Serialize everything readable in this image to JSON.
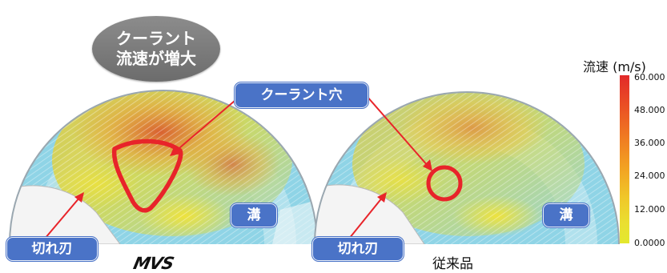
{
  "callout": {
    "line1": "クーラント",
    "line2": "流速が増大"
  },
  "labels": {
    "coolant_hole": "クーラント穴",
    "cutting_edge_left": "切れ刃",
    "cutting_edge_right": "切れ刃",
    "groove_left": "溝",
    "groove_right": "溝",
    "product_left": "MVS",
    "product_right": "従来品"
  },
  "legend": {
    "title": "流速 (m/s)",
    "ticks": [
      "60.000",
      "48.000",
      "36.000",
      "24.000",
      "12.000",
      "0.0000"
    ]
  },
  "colors": {
    "pill": "#4a73c7",
    "arrow": "#e8242a",
    "bubble": "#7a7a7a",
    "scale_high": "#e2292a",
    "scale_low": "#e3e82f"
  }
}
